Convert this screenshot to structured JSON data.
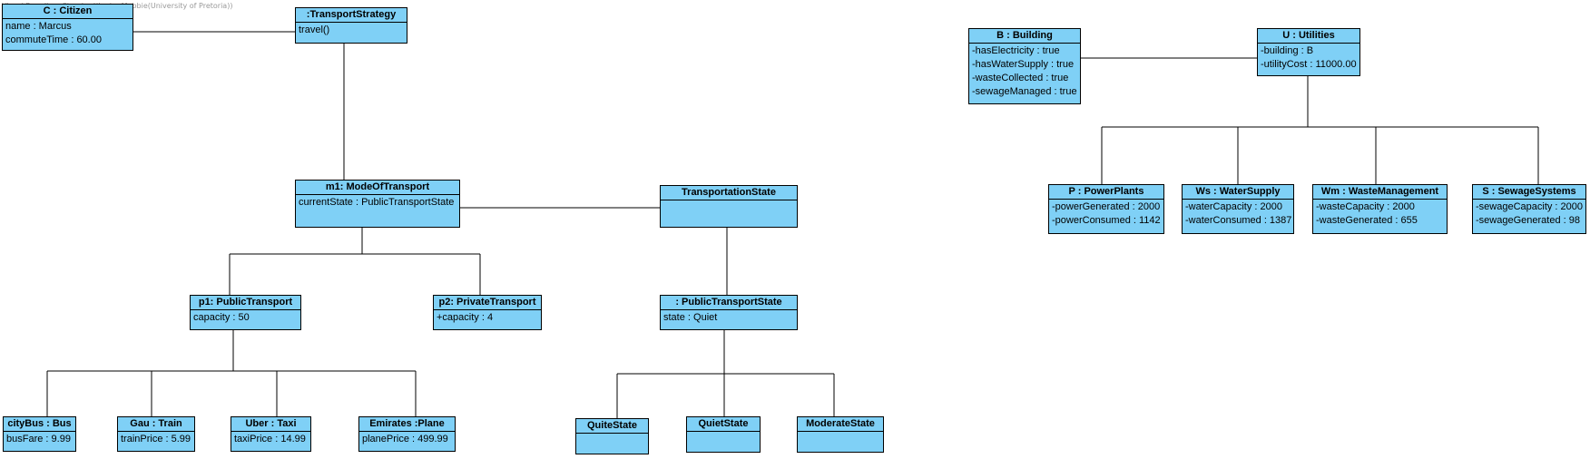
{
  "watermark": "Visual Paradigm Standard(Junior Mobbie(University of Pretoria))",
  "colors": {
    "box_fill": "#7fd0f6",
    "border": "#000000"
  },
  "objects": {
    "citizen": {
      "title": "C : Citizen",
      "attrs": [
        "name : Marcus",
        "commuteTime : 60.00"
      ]
    },
    "transportStrategy": {
      "title": ":TransportStrategy",
      "attrs": [
        "travel()"
      ]
    },
    "modeOfTransport": {
      "title": "m1: ModeOfTransport",
      "attrs": [
        "currentState : PublicTransportState"
      ]
    },
    "transportationState": {
      "title": "TransportationState",
      "attrs": []
    },
    "publicTransport": {
      "title": "p1: PublicTransport",
      "attrs": [
        "capacity : 50"
      ]
    },
    "privateTransport": {
      "title": "p2: PrivateTransport",
      "attrs": [
        "+capacity : 4"
      ]
    },
    "publicTransportState": {
      "title": ": PublicTransportState",
      "attrs": [
        "state : Quiet"
      ]
    },
    "bus": {
      "title": "cityBus : Bus",
      "attrs": [
        "busFare : 9.99"
      ]
    },
    "train": {
      "title": "Gau : Train",
      "attrs": [
        "trainPrice : 5.99"
      ]
    },
    "taxi": {
      "title": "Uber : Taxi",
      "attrs": [
        "taxiPrice : 14.99"
      ]
    },
    "plane": {
      "title": "Emirates :Plane",
      "attrs": [
        "planePrice : 499.99"
      ]
    },
    "quiteState": {
      "title": "QuiteState",
      "attrs": []
    },
    "quietState": {
      "title": "QuietState",
      "attrs": []
    },
    "moderateState": {
      "title": "ModerateState",
      "attrs": []
    },
    "building": {
      "title": "B : Building",
      "attrs": [
        "-hasElectricity : true",
        "-hasWaterSupply : true",
        "-wasteCollected : true",
        "-sewageManaged : true"
      ]
    },
    "utilities": {
      "title": "U : Utilities",
      "attrs": [
        "-building : B",
        "-utilityCost : 11000.00"
      ]
    },
    "powerPlants": {
      "title": "P : PowerPlants",
      "attrs": [
        "-powerGenerated : 2000",
        "-powerConsumed : 1142"
      ]
    },
    "waterSupply": {
      "title": "Ws : WaterSupply",
      "attrs": [
        "-waterCapacity : 2000",
        "-waterConsumed : 1387"
      ]
    },
    "wasteManagement": {
      "title": "Wm : WasteManagement",
      "attrs": [
        "-wasteCapacity : 2000",
        "-wasteGenerated : 655"
      ]
    },
    "sewageSystems": {
      "title": "S : SewageSystems",
      "attrs": [
        "-sewageCapacity : 2000",
        "-sewageGenerated : 98"
      ]
    }
  }
}
